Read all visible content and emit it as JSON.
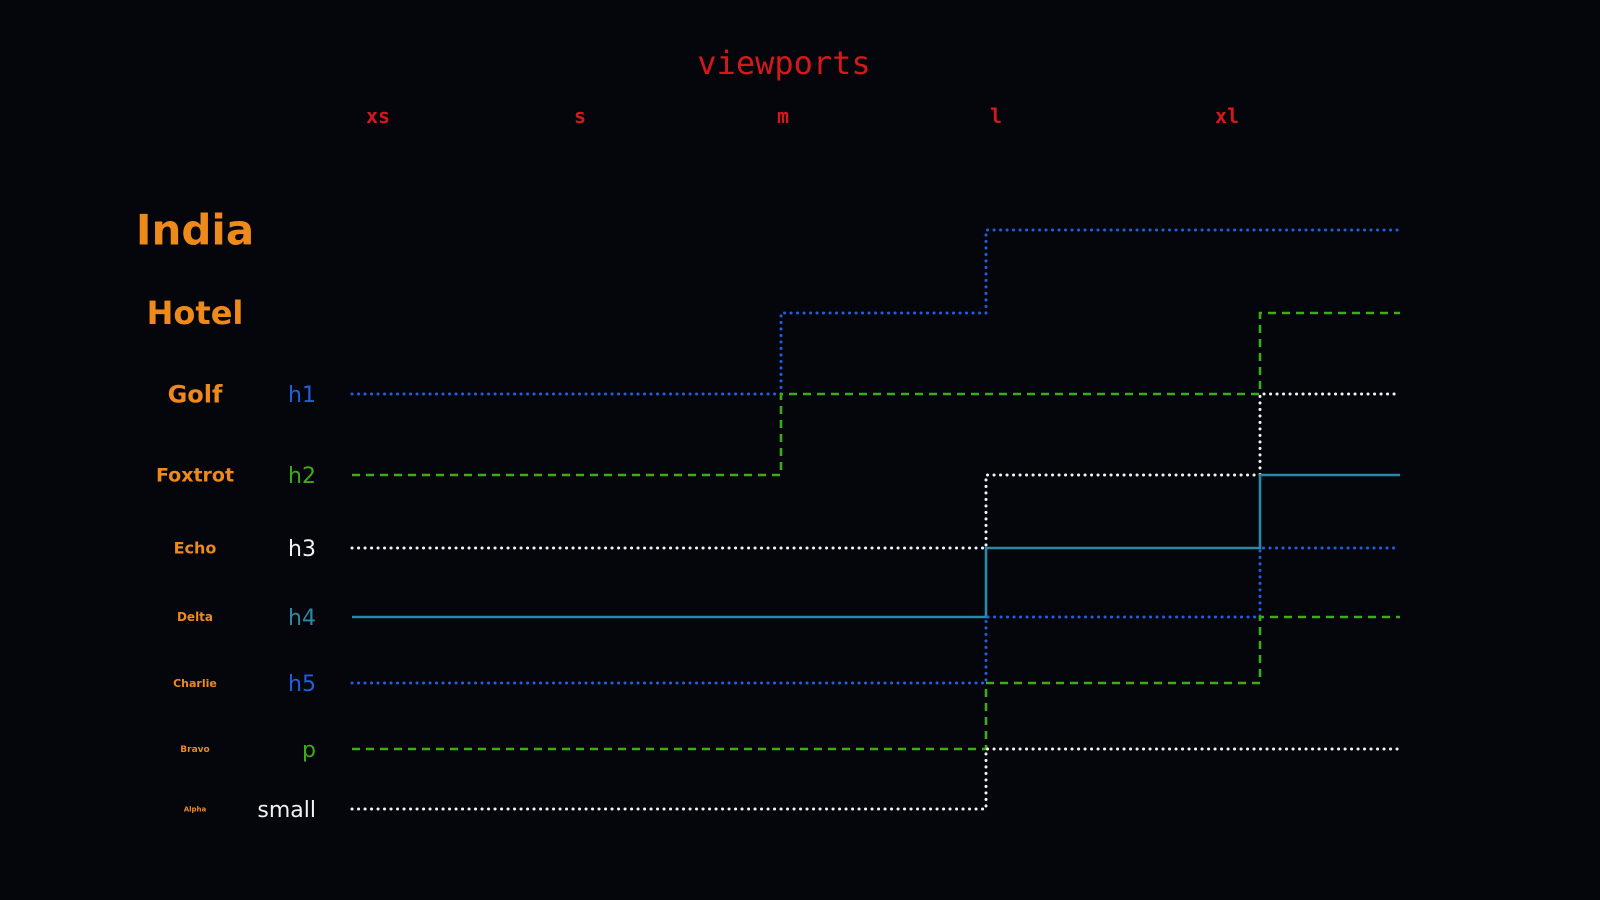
{
  "title": "viewports",
  "colors": {
    "background": "#05050c",
    "title": "#d4181c",
    "viewport_label": "#d4181c",
    "size_label": "#ee8a1c",
    "blue": "#1f5fe0",
    "green": "#3cac18",
    "white": "#f2f2f2",
    "teal": "#2a8aa6"
  },
  "viewports": [
    "xs",
    "s",
    "m",
    "l",
    "xl"
  ],
  "sizes": [
    "Alpha",
    "Bravo",
    "Charlie",
    "Delta",
    "Echo",
    "Foxtrot",
    "Golf",
    "Hotel",
    "India"
  ],
  "elements": [
    {
      "name": "h1",
      "color": "blue",
      "style": "dotted",
      "levels": [
        "Golf",
        "Golf",
        "Hotel",
        "India",
        "India"
      ]
    },
    {
      "name": "h2",
      "color": "green",
      "style": "dashed",
      "levels": [
        "Foxtrot",
        "Foxtrot",
        "Golf",
        "Golf",
        "Hotel"
      ]
    },
    {
      "name": "h3",
      "color": "white",
      "style": "dotted",
      "levels": [
        "Echo",
        "Echo",
        "Echo",
        "Foxtrot",
        "Golf"
      ]
    },
    {
      "name": "h4",
      "color": "teal",
      "style": "solid",
      "levels": [
        "Delta",
        "Delta",
        "Delta",
        "Echo",
        "Foxtrot"
      ]
    },
    {
      "name": "h5",
      "color": "blue",
      "style": "dotted",
      "levels": [
        "Charlie",
        "Charlie",
        "Charlie",
        "Delta",
        "Echo"
      ]
    },
    {
      "name": "p",
      "color": "green",
      "style": "dashed",
      "levels": [
        "Bravo",
        "Bravo",
        "Bravo",
        "Charlie",
        "Delta"
      ]
    },
    {
      "name": "small",
      "color": "white",
      "style": "dotted",
      "levels": [
        "Alpha",
        "Alpha",
        "Alpha",
        "Bravo",
        "Bravo"
      ]
    }
  ]
}
